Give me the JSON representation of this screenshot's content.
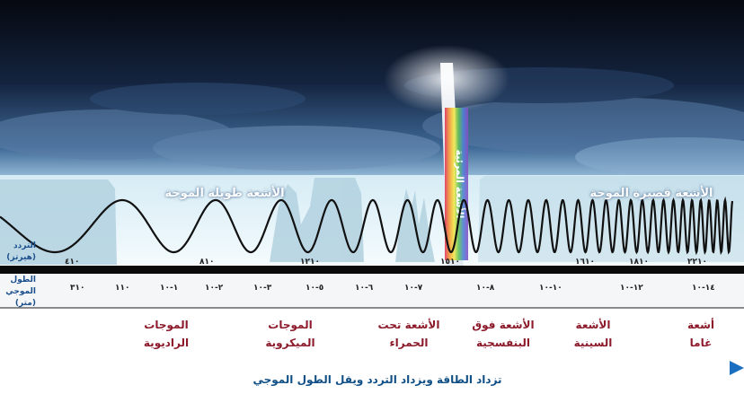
{
  "labels": {
    "long_waves": "الأشعة طويلة الموجة",
    "short_waves": "الأشعة قصيرة الموجة",
    "visible_light": "الأشعة المرئية",
    "frequency_title": "التردد",
    "frequency_unit": "(هيرتز)",
    "wavelength_title_1": "الطول",
    "wavelength_title_2": "الموجي",
    "wavelength_unit": "(متر)",
    "energy_arrow": "تزداد الطاقة ويزداد التردد ويقل الطول الموجي"
  },
  "frequency_ticks": [
    "٤١٠",
    "٨١٠",
    "١٢١٠",
    "١٥١٠",
    "١٦١٠",
    "١٨١٠",
    "٢٢١٠"
  ],
  "wavelength_ticks": [
    "٣١٠",
    "١١٠",
    "١-١٠",
    "٢-١٠",
    "٣-١٠",
    "٥-١٠",
    "٦-١٠",
    "٧-١٠",
    "٨-١٠",
    "١٠-١٠",
    "١٢-١٠",
    "١٤-١٠"
  ],
  "regions": [
    {
      "line1": "الموجات",
      "line2": "الراديوية"
    },
    {
      "line1": "الموجات",
      "line2": "الميكروية"
    },
    {
      "line1": "الأشعة تحت",
      "line2": "الحمراء"
    },
    {
      "line1": "الأشعة فوق",
      "line2": "البنفسجية"
    },
    {
      "line1": "الأشعة",
      "line2": "السينية"
    },
    {
      "line1": "أشعة",
      "line2": "غاما"
    }
  ],
  "colors": {
    "sky_top": "#070b16",
    "sky_mid": "#27466e",
    "water": "#cfe8f1",
    "region_text": "#8c1a2a",
    "axis_text": "#1b4f8c",
    "arrow": "#1a6fc0"
  }
}
